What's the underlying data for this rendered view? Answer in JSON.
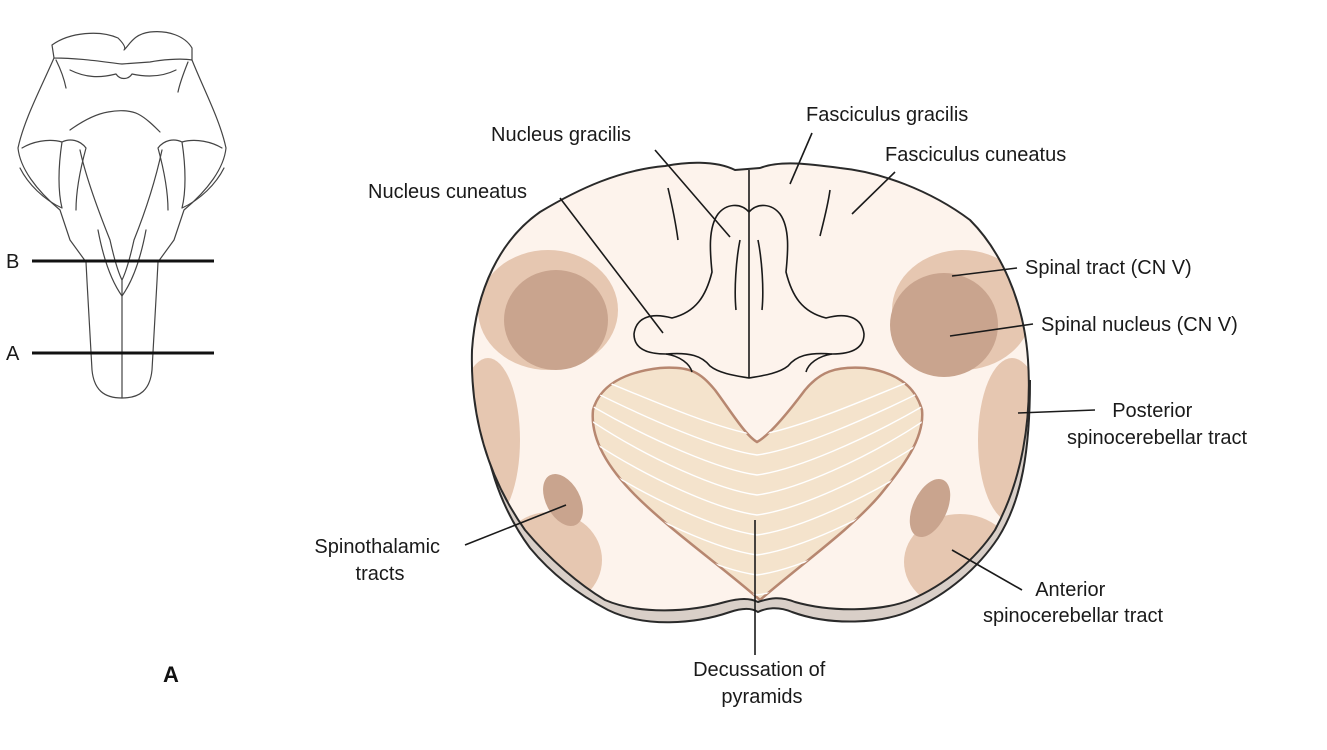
{
  "panel_label": "A",
  "section_markers": {
    "b": "B",
    "a": "A"
  },
  "labels": {
    "fasciculus_gracilis": "Fasciculus gracilis",
    "nucleus_gracilis": "Nucleus gracilis",
    "fasciculus_cuneatus": "Fasciculus cuneatus",
    "nucleus_cuneatus": "Nucleus cuneatus",
    "spinal_tract": "Spinal tract (CN V)",
    "spinal_nucleus": "Spinal nucleus (CN V)",
    "posterior_spinocerebellar": [
      "Posterior",
      "spinocerebellar tract"
    ],
    "spinothalamic": [
      "Spinothalamic",
      "tracts"
    ],
    "anterior_spinocerebellar": [
      "Anterior",
      "spinocerebellar tract"
    ],
    "decussation": [
      "Decussation of",
      "pyramids"
    ]
  },
  "colors": {
    "section_fill": "#fdf3ec",
    "tract_light": "#e6c7b1",
    "nucleus_dark": "#c9a48e",
    "pyramid_fill": "#f4e3cc",
    "pyramid_outline": "#b78770",
    "base_rim": "#d9cfc8"
  },
  "icons": {
    "brainstem": "brainstem-outline-icon"
  }
}
